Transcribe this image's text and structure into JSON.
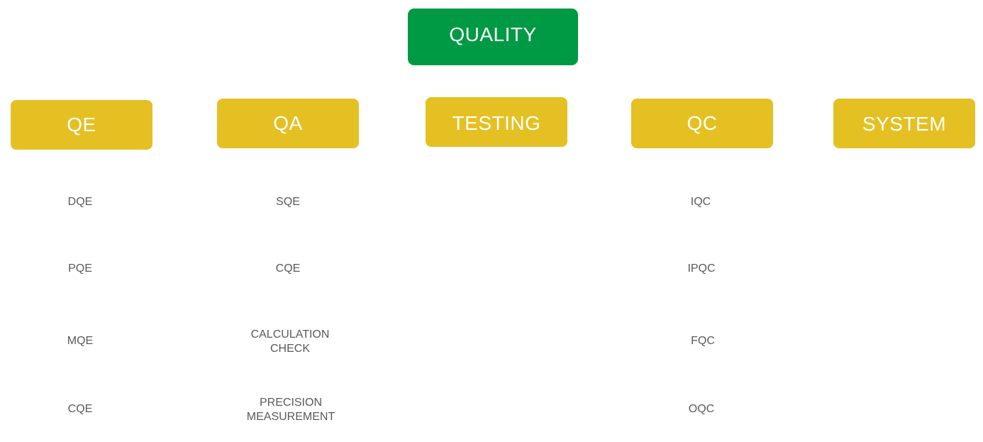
{
  "root": {
    "label": "QUALITY",
    "color": "#009a44"
  },
  "category_color": "#e5c022",
  "categories": [
    {
      "label": "QE",
      "items": [
        "DQE",
        "PQE",
        "MQE",
        "CQE"
      ]
    },
    {
      "label": "QA",
      "items": [
        "SQE",
        "CQE",
        "CALCULATION\nCHECK",
        "PRECISION\nMEASUREMENT"
      ]
    },
    {
      "label": "TESTING",
      "items": []
    },
    {
      "label": "QC",
      "items": [
        "IQC",
        "IPQC",
        "FQC",
        "OQC"
      ]
    },
    {
      "label": "SYSTEM",
      "items": []
    }
  ]
}
